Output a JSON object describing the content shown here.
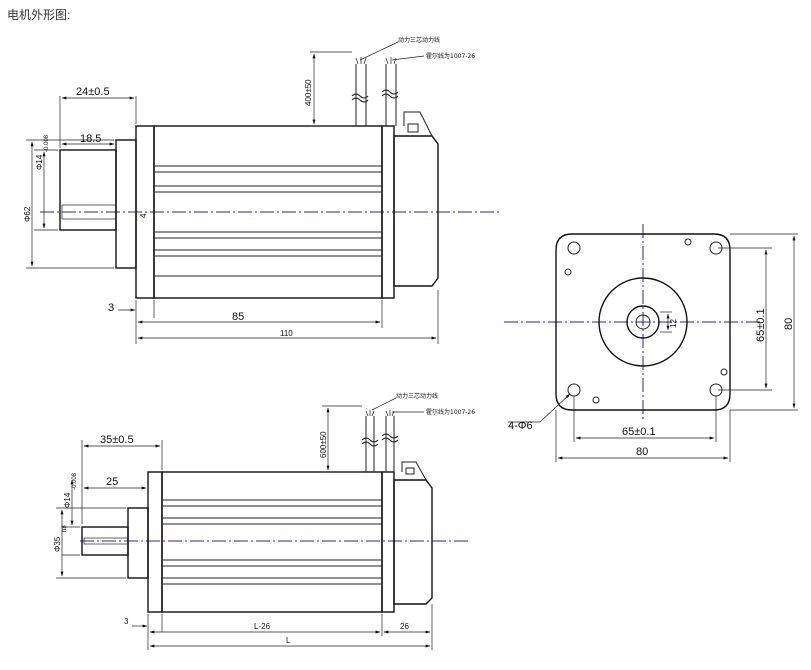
{
  "page": {
    "title": "电机外形图:"
  },
  "views": {
    "side_top": {
      "dims": {
        "shaft_step": "24±0.5",
        "shaft_len": "18.5",
        "shaft_dia": "Φ14",
        "shaft_tol": "-0.008",
        "pilot_dia": "Φ62",
        "key_width": "4",
        "flange_thk": "3",
        "body_len": "85",
        "total_len": "110",
        "cable_len": "400±50"
      },
      "notes": {
        "power_cable": "动力三芯动力线",
        "hall_cable": "霍尔线为1007-26"
      }
    },
    "front": {
      "dims": {
        "hole_spacing_v": "65±0.1",
        "hole_spacing_h": "65±0.1",
        "size_v": "80",
        "size_h": "80",
        "holes": "4-Φ6",
        "keyway": "12"
      }
    },
    "side_bottom": {
      "dims": {
        "shaft_step": "35±0.5",
        "shaft_len": "25",
        "shaft_dia": "Φ14",
        "shaft_tol": "-0.008",
        "pilot_dia": "Φ35",
        "pilot_tol": "h8",
        "flange_thk": "3",
        "body_len": "L-26",
        "rear_len": "26",
        "total_len": "L",
        "cable_len": "600±50"
      },
      "notes": {
        "power_cable": "动力三芯动力线",
        "hall_cable": "霍尔线为1007-26"
      }
    }
  }
}
